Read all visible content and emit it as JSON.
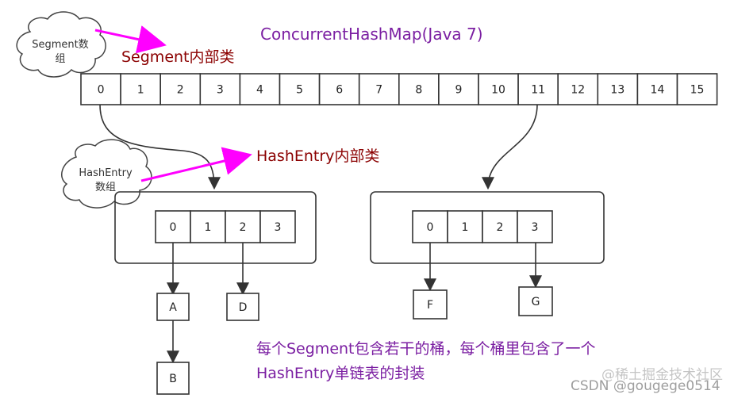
{
  "title": "ConcurrentHashMap(Java 7)",
  "segment_cloud": {
    "line1": "Segment数",
    "line2": "组"
  },
  "segment_label": "Segment内部类",
  "hashentry_cloud": {
    "line1": "HashEntry",
    "line2": "数组"
  },
  "hashentry_label": "HashEntry内部类",
  "segments": [
    "0",
    "1",
    "2",
    "3",
    "4",
    "5",
    "6",
    "7",
    "8",
    "9",
    "10",
    "11",
    "12",
    "13",
    "14",
    "15"
  ],
  "left_table": [
    "0",
    "1",
    "2",
    "3"
  ],
  "right_table": [
    "0",
    "1",
    "2",
    "3"
  ],
  "nodes": {
    "a": "A",
    "b": "B",
    "d": "D",
    "f": "F",
    "g": "G"
  },
  "note": {
    "line1": "每个Segment包含若干的桶，每个桶里包含了一个",
    "line2": "HashEntry单链表的封装"
  },
  "watermark": "CSDN @gougege0514",
  "watermark_overlay": "@稀土掘金技术社区",
  "colors": {
    "pointer": "#ff00ff",
    "title": "#7b1fa2",
    "label": "#8b0000"
  }
}
